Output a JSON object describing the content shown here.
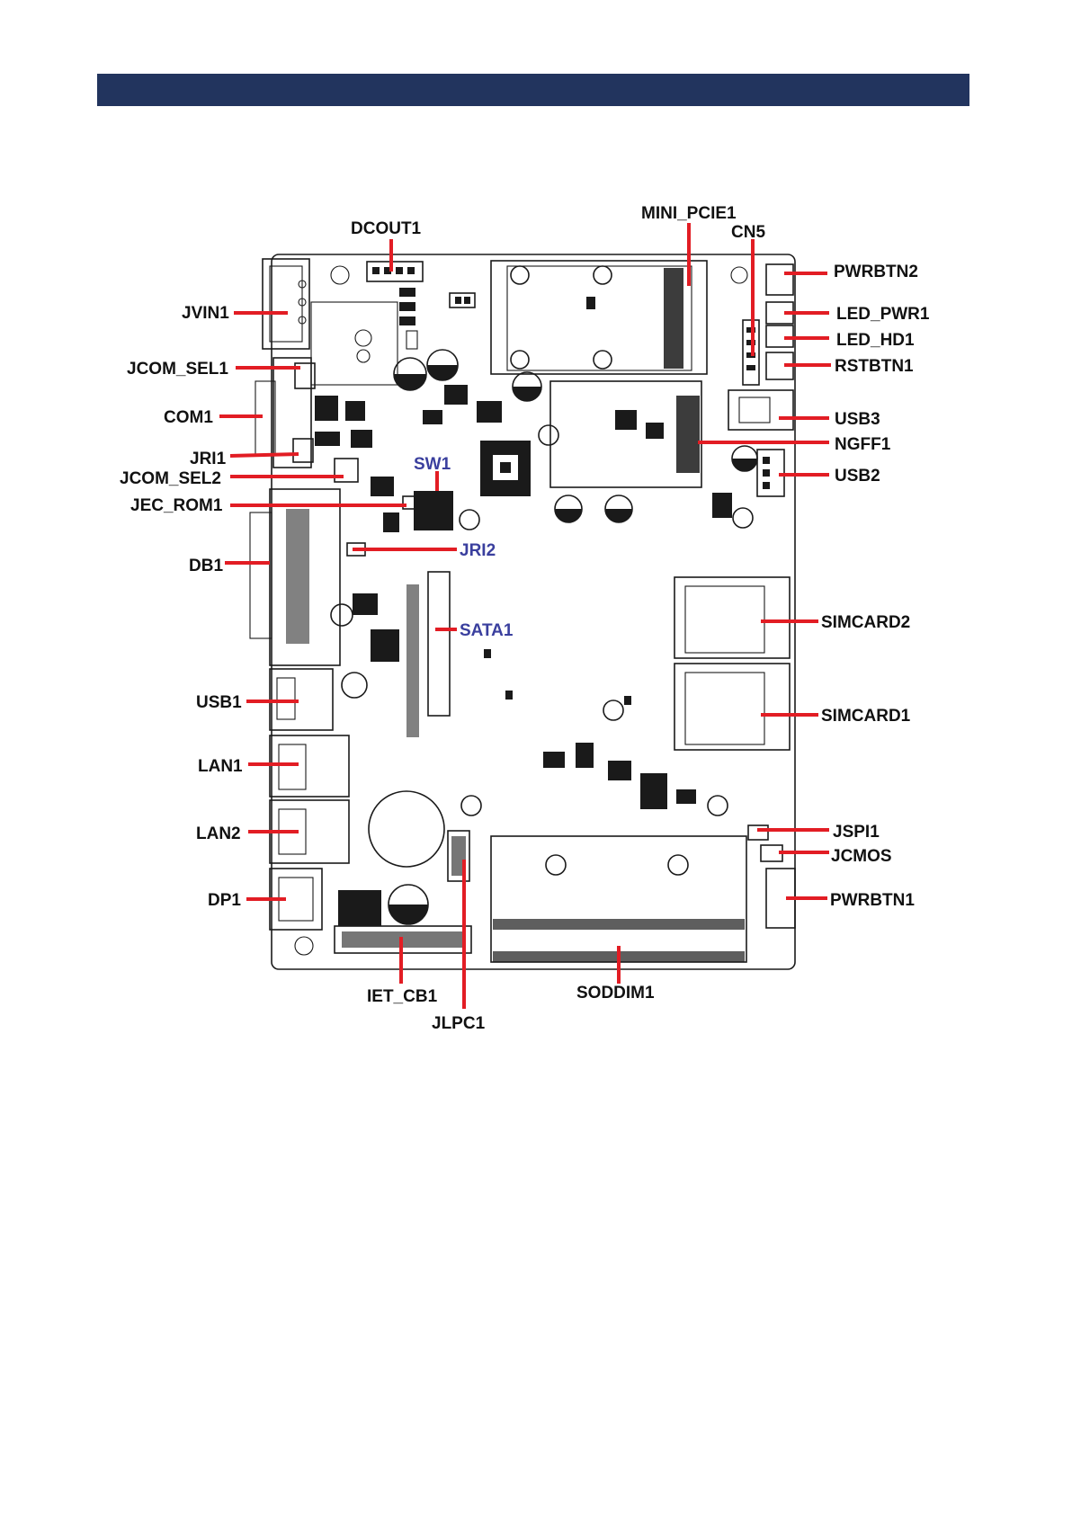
{
  "header": {
    "bar_color": "#22345e"
  },
  "leader_color": "#e21d24",
  "label_colors": {
    "default": "#111111",
    "highlight": "#3a3f9e"
  },
  "labels": {
    "dcout1": "DCOUT1",
    "mini_pcie1": "MINI_PCIE1",
    "cn5": "CN5",
    "pwrbtn2": "PWRBTN2",
    "jvin1": "JVIN1",
    "led_pwr1": "LED_PWR1",
    "led_hd1": "LED_HD1",
    "jcom_sel1": "JCOM_SEL1",
    "rstbtn1": "RSTBTN1",
    "com1": "COM1",
    "usb3": "USB3",
    "jri1": "JRI1",
    "sw1": "SW1",
    "ngff1": "NGFF1",
    "jcom_sel2": "JCOM_SEL2",
    "usb2": "USB2",
    "jec_rom1": "JEC_ROM1",
    "jri2": "JRI2",
    "db1": "DB1",
    "sata1": "SATA1",
    "simcard2": "SIMCARD2",
    "usb1": "USB1",
    "simcard1": "SIMCARD1",
    "lan1": "LAN1",
    "lan2": "LAN2",
    "jspi1": "JSPI1",
    "jcmos": "JCMOS",
    "dp1": "DP1",
    "pwrbtn1": "PWRBTN1",
    "iet_cb1": "IET_CB1",
    "soddim1": "SODDIM1",
    "jlpc1": "JLPC1"
  }
}
